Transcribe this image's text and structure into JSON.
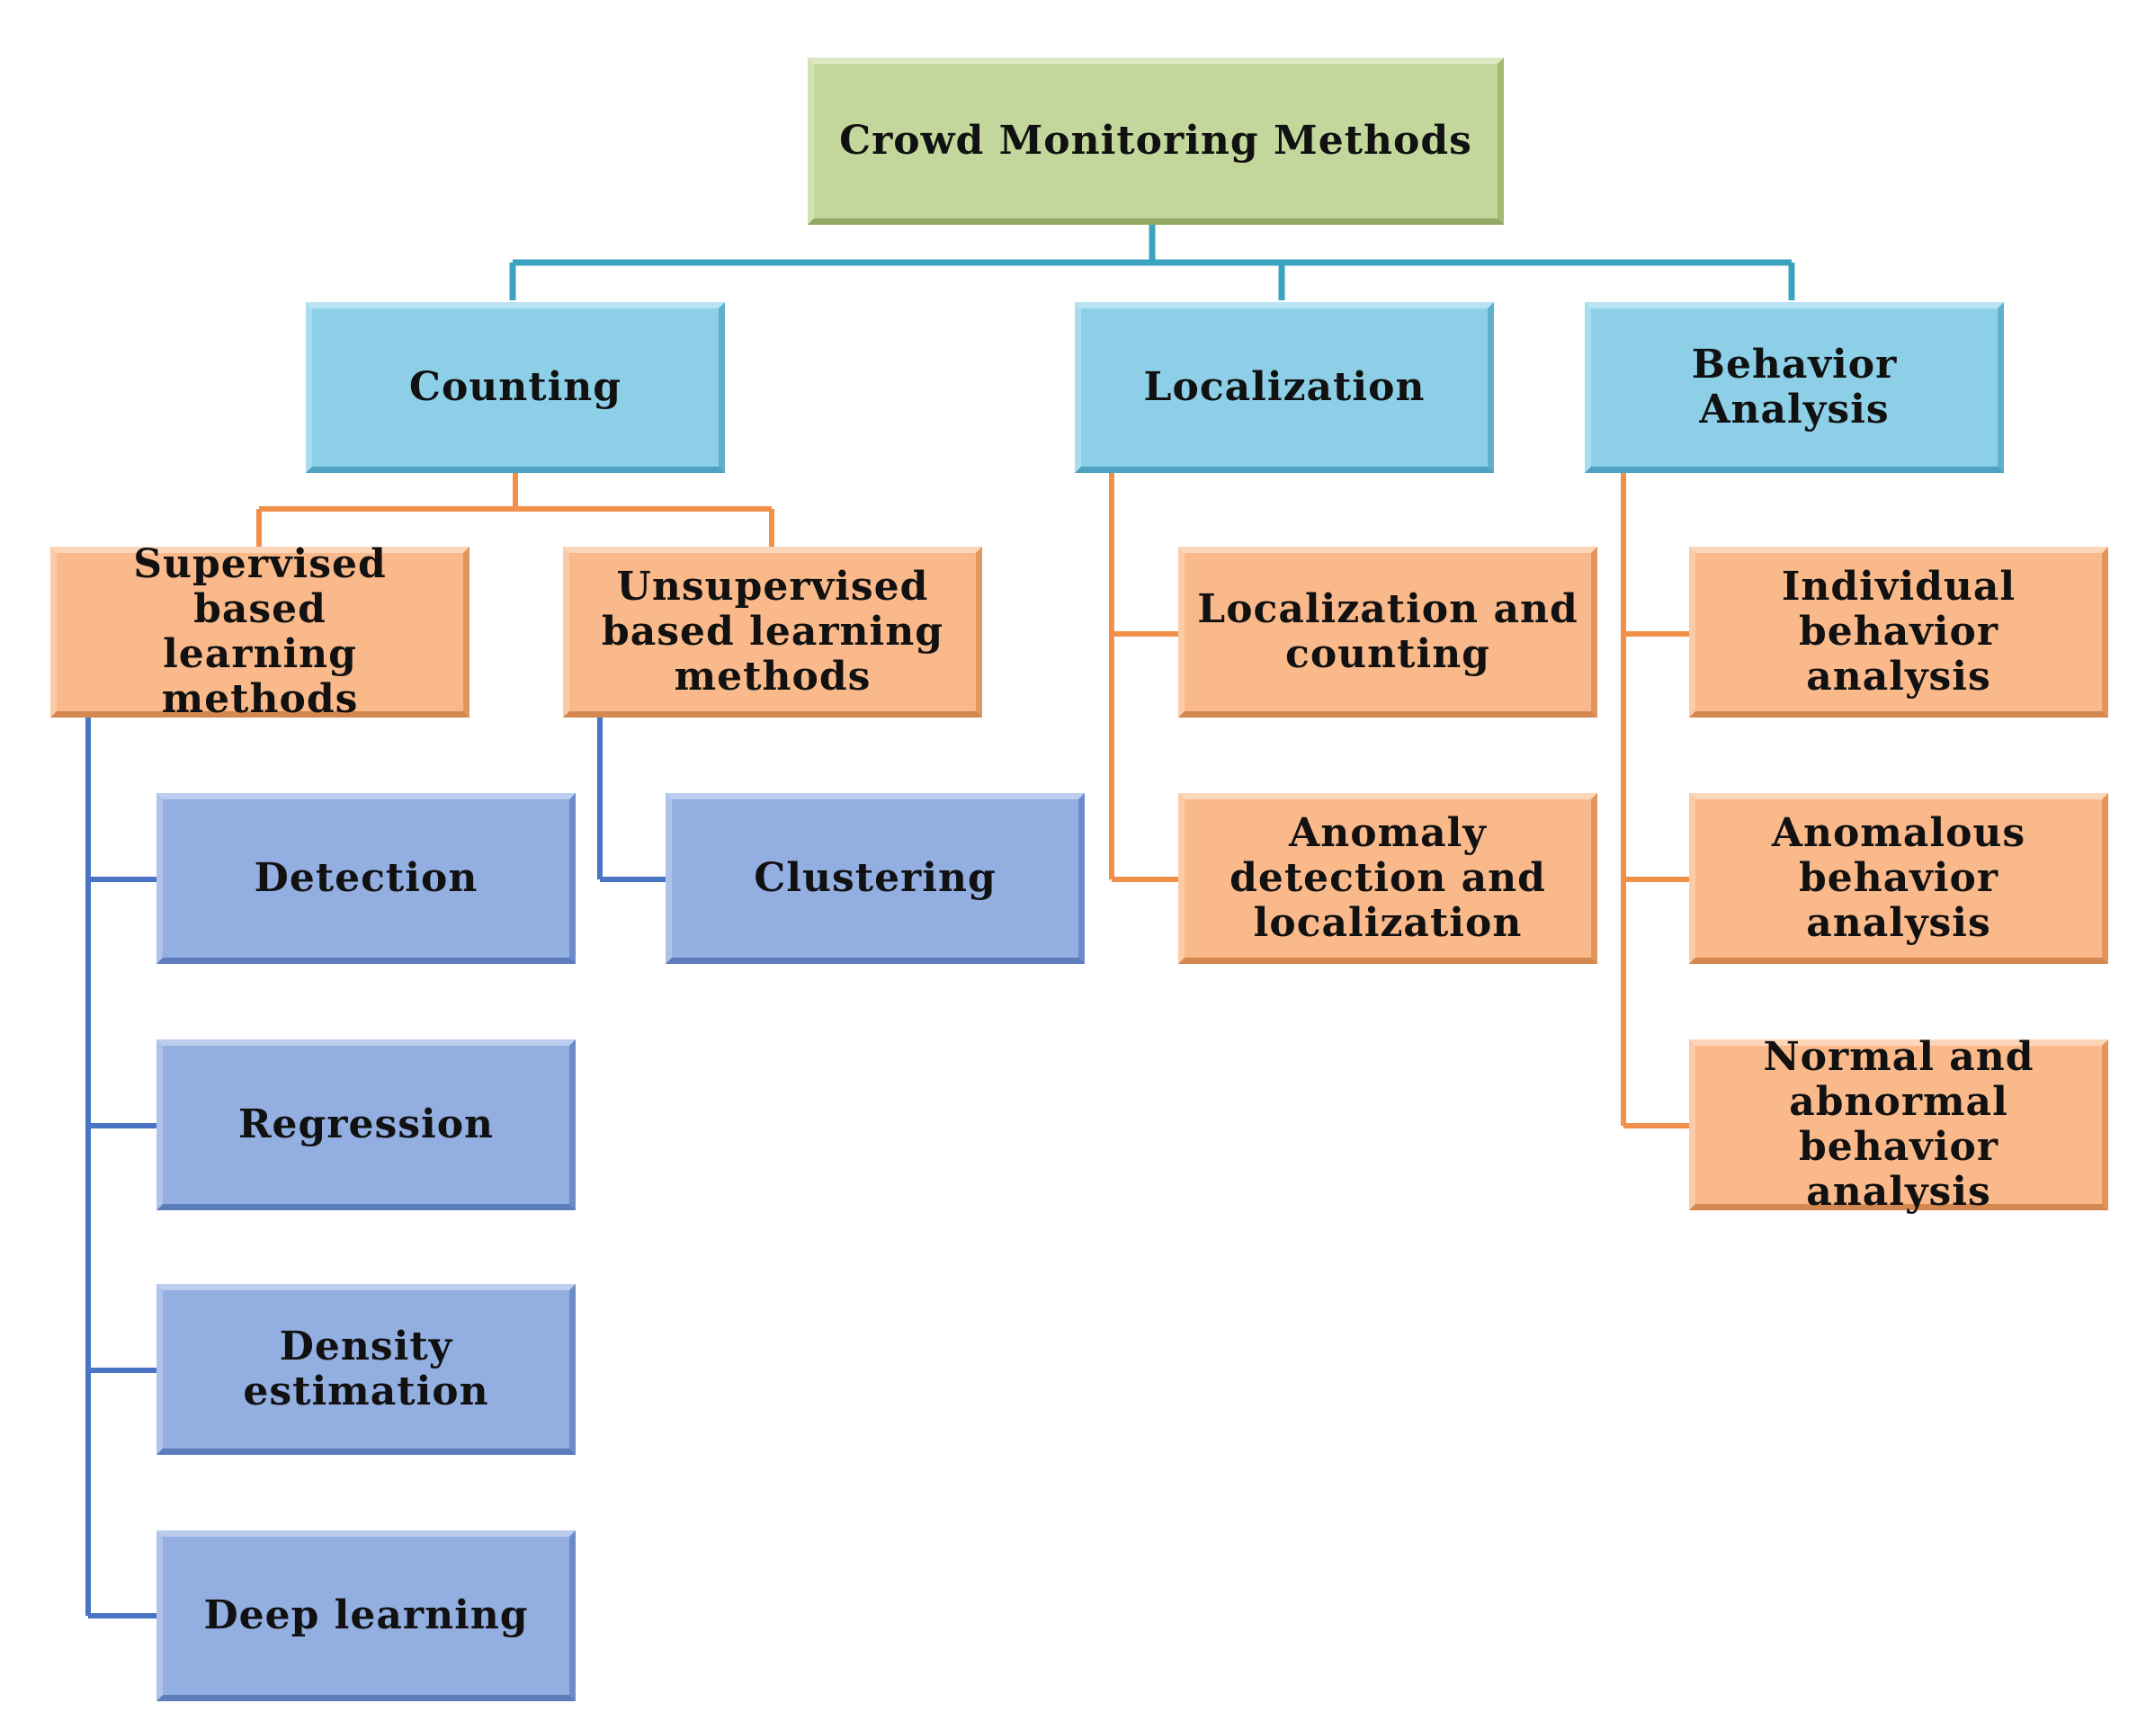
{
  "root": {
    "label": "Crowd Monitoring Methods"
  },
  "categories": {
    "counting": {
      "label": "Counting"
    },
    "localization": {
      "label": "Localization"
    },
    "behavior": {
      "label": "Behavior\nAnalysis"
    }
  },
  "counting_methods": {
    "supervised": {
      "label": "Supervised based\nlearning methods"
    },
    "unsupervised": {
      "label": "Unsupervised\nbased learning\nmethods"
    }
  },
  "supervised_items": {
    "detection": "Detection",
    "regression": "Regression",
    "density": "Density\nestimation",
    "deep": "Deep learning"
  },
  "unsupervised_items": {
    "clustering": "Clustering"
  },
  "localization_items": {
    "loc_counting": "Localization and\ncounting",
    "anomaly_loc": "Anomaly\ndetection and\nlocalization"
  },
  "behavior_items": {
    "individual": "Individual\nbehavior analysis",
    "anomalous": "Anomalous\nbehavior analysis",
    "normal_abnormal": "Normal and\nabnormal\nbehavior analysis"
  },
  "colors": {
    "root": "#c3d69b",
    "category": "#8ccfe6",
    "subcategory": "#f9b98a",
    "method": "#93aee0",
    "connector_teal": "#3ba3bf",
    "connector_orange": "#f0904a",
    "connector_blue": "#4a74c4"
  }
}
